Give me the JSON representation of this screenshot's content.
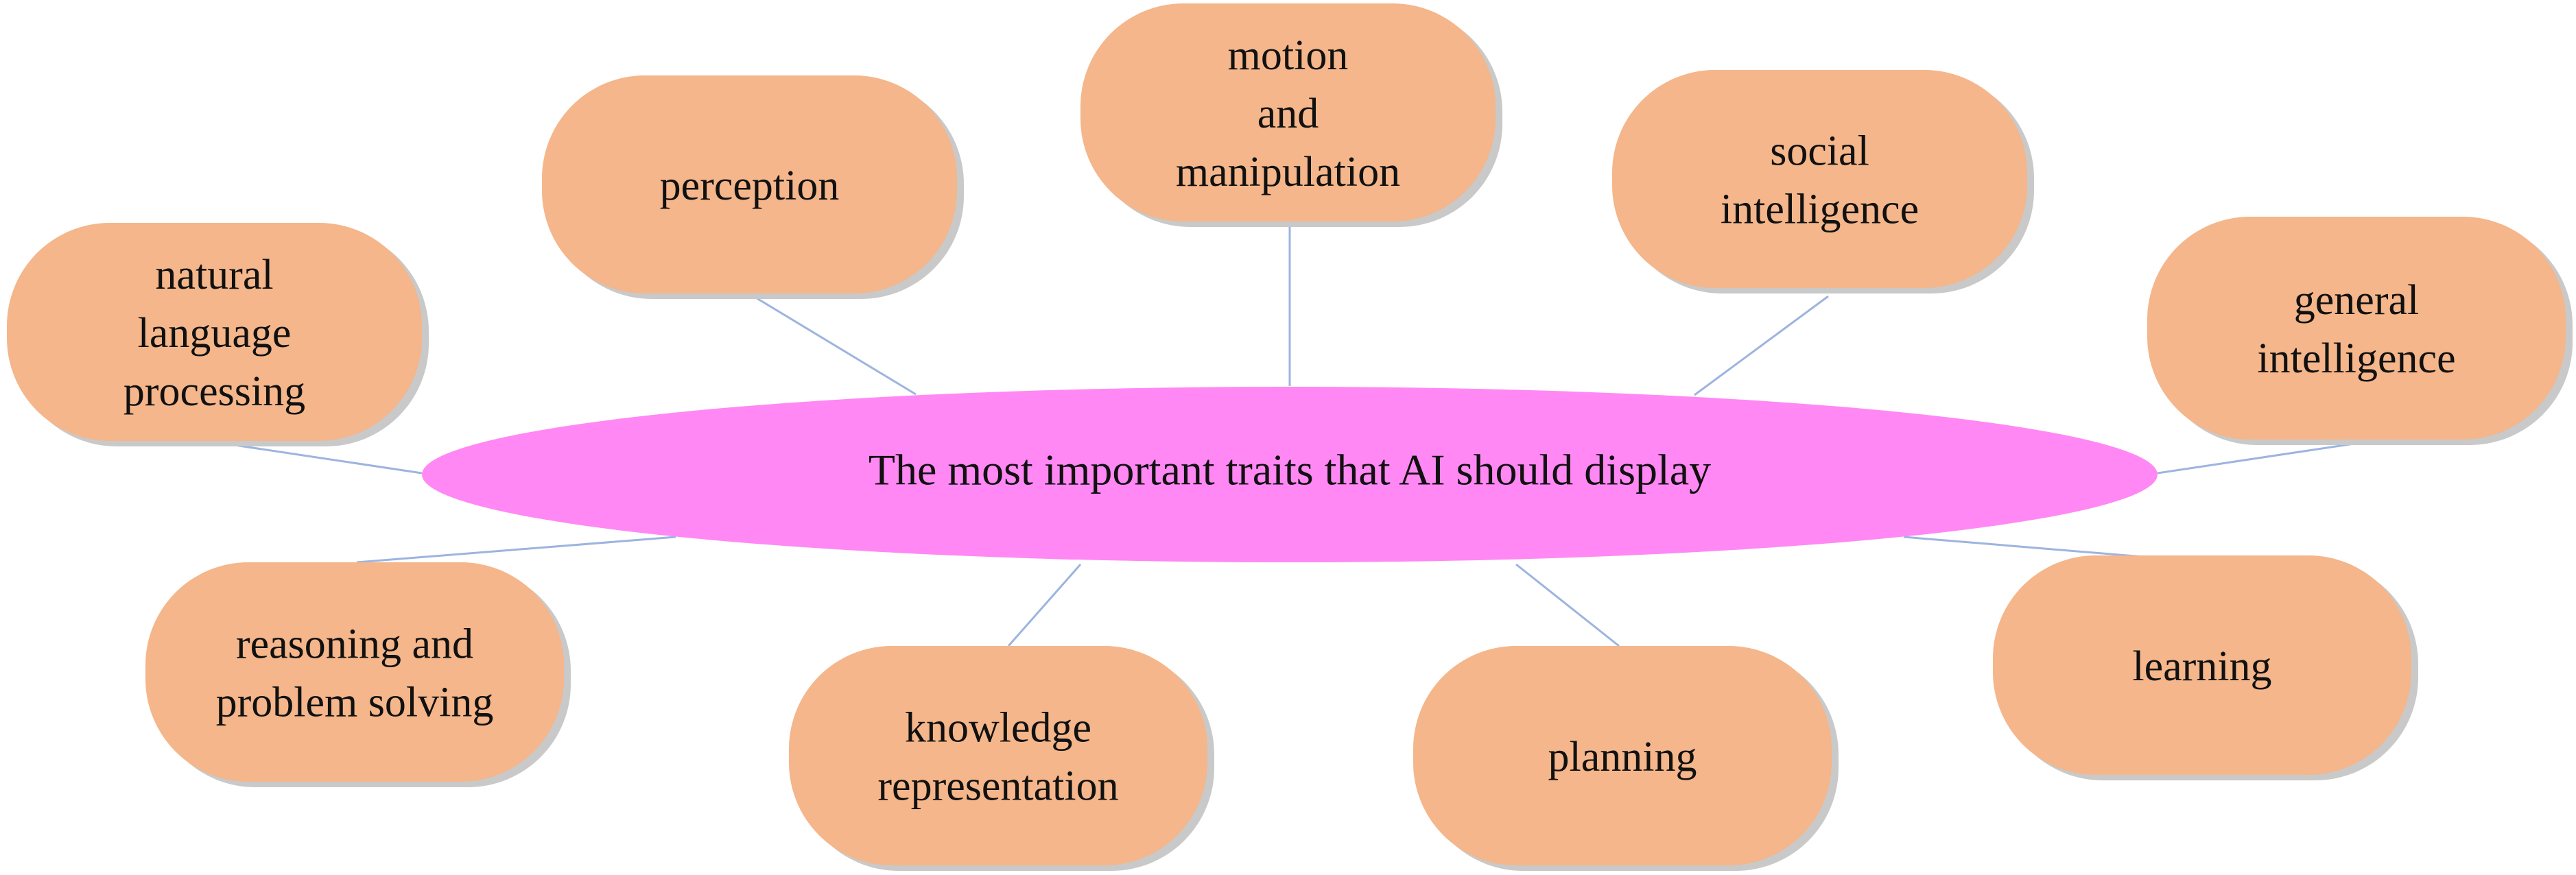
{
  "diagram": {
    "center": {
      "label": "The most important traits that AI should display",
      "fill": "#ff88f4"
    },
    "node_fill": "#f4b68a",
    "connector_color": "#9db4e0",
    "nodes": [
      {
        "id": "natural-language-processing",
        "lines": [
          "natural",
          "language",
          "processing"
        ]
      },
      {
        "id": "perception",
        "lines": [
          "perception"
        ]
      },
      {
        "id": "motion-and-manipulation",
        "lines": [
          "motion",
          "and",
          "manipulation"
        ]
      },
      {
        "id": "social-intelligence",
        "lines": [
          "social",
          "intelligence"
        ]
      },
      {
        "id": "general-intelligence",
        "lines": [
          "general",
          "intelligence"
        ]
      },
      {
        "id": "reasoning-and-problem-solving",
        "lines": [
          "reasoning and",
          "problem solving"
        ]
      },
      {
        "id": "knowledge-representation",
        "lines": [
          "knowledge",
          "representation"
        ]
      },
      {
        "id": "planning",
        "lines": [
          "planning"
        ]
      },
      {
        "id": "learning",
        "lines": [
          "learning"
        ]
      }
    ]
  }
}
